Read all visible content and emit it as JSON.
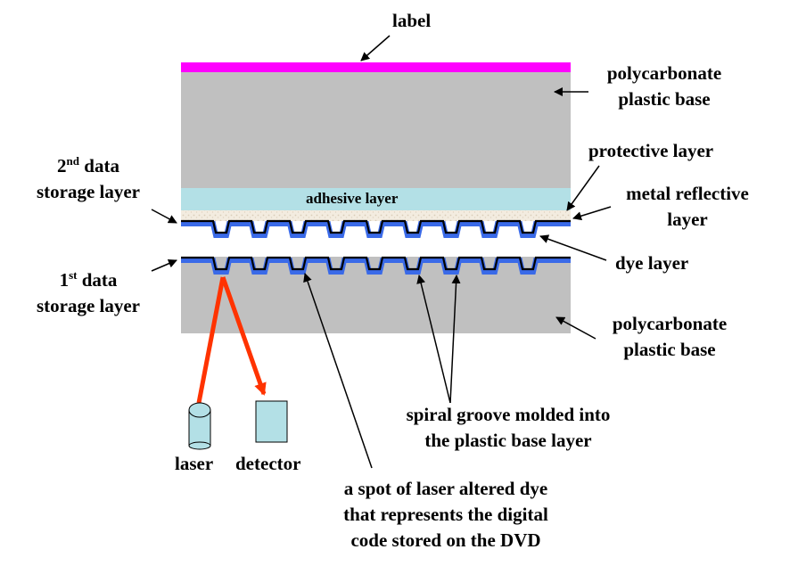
{
  "labels": {
    "label": "label",
    "poly_top_1": "polycarbonate",
    "poly_top_2": "plastic base",
    "protective": "protective layer",
    "metal_1": "metal reflective",
    "metal_2": "layer",
    "adhesive": "adhesive layer",
    "second_num": "2",
    "second_sup": "nd",
    "second_rest": " data",
    "second_line2": "storage layer",
    "first_num": "1",
    "first_sup": "st",
    "first_rest": " data",
    "first_line2": "storage layer",
    "dye": "dye layer",
    "poly_bot_1": "polycarbonate",
    "poly_bot_2": "plastic base",
    "spiral_1": "spiral groove molded into",
    "spiral_2": "the plastic base layer",
    "laser": "laser",
    "detector": "detector",
    "spot_1": "a spot of laser altered dye",
    "spot_2": "that represents the digital",
    "spot_3": "code stored on the DVD"
  },
  "colors": {
    "label_strip": "#ff00ff",
    "plastic": "#c0c0c0",
    "adhesive": "#b3e0e6",
    "dye": "#3a6ae8",
    "metal": "#000000",
    "laser_beam": "#ff3300",
    "laser_body": "#b3e0e6",
    "detector_body": "#b3e0e6",
    "speckle": "#efe6d6"
  }
}
